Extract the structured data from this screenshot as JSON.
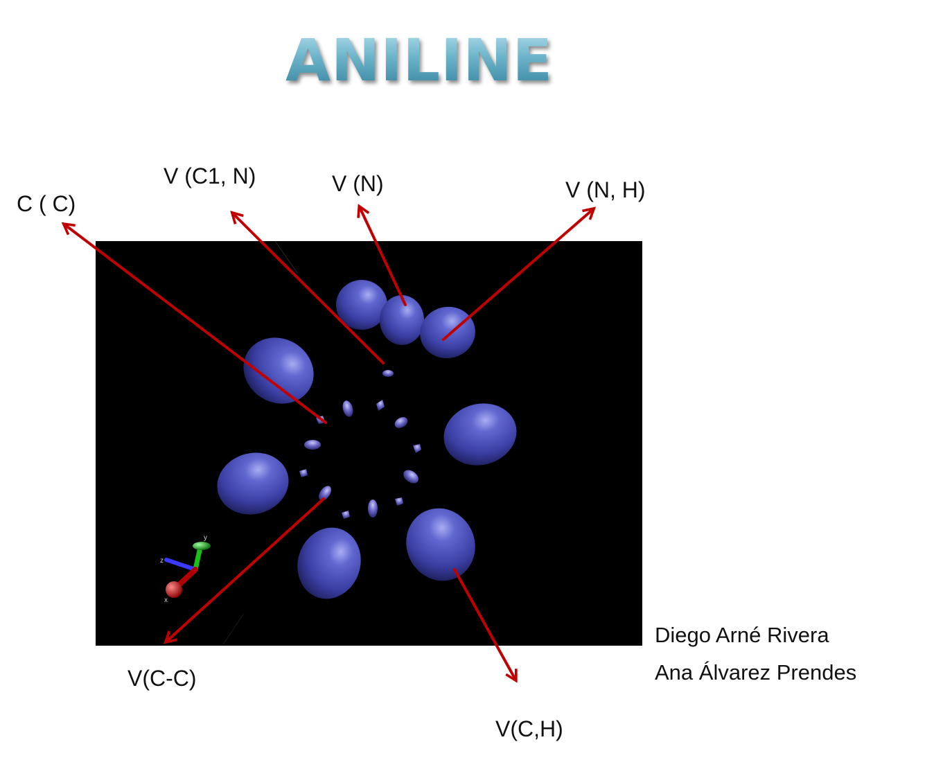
{
  "title": "ANILINE",
  "labels": {
    "c_c": "C ( C)",
    "v_c1_n": "V (C1, N)",
    "v_n": "V (N)",
    "v_n_h": "V (N, H)",
    "v_c_c": "V(C-C)",
    "v_c_h": "V(C,H)"
  },
  "axes": {
    "x": "x",
    "y": "y",
    "z": "z"
  },
  "authors": [
    "Diego Arné Rivera",
    "Ana Álvarez Prendes"
  ],
  "colors": {
    "basin": "#4a4fb0",
    "arrow": "#c00000",
    "title": "#5aa3bb",
    "panel": "#000000"
  }
}
